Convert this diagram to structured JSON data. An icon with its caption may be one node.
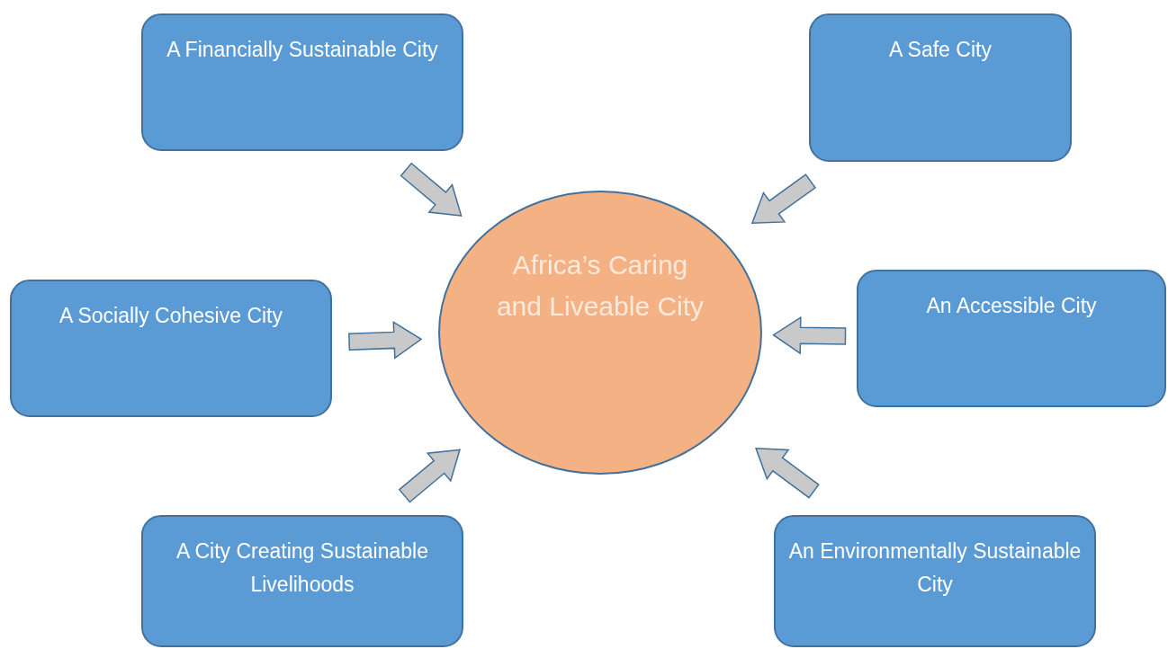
{
  "diagram": {
    "nodes": [
      {
        "text": [
          "Africa’s Caring and Liveable City"
        ]
      },
      {
        "text": [
          "A Financially Sustainable City"
        ]
      },
      {
        "text": [
          "A Safe City"
        ]
      },
      {
        "text": [
          "A Socially Cohesive City"
        ]
      },
      {
        "text": [
          "An Accessible City"
        ]
      },
      {
        "text": [
          "A City Creating Sustainable Livelihoods"
        ]
      },
      {
        "text": [
          "An Environmentally Sustainable City"
        ]
      }
    ],
    "edges": [
      {
        "from": 1,
        "to": 0,
        "arrow": "to"
      },
      {
        "from": 2,
        "to": 0,
        "arrow": "to"
      },
      {
        "from": 3,
        "to": 0,
        "arrow": "to"
      },
      {
        "from": 4,
        "to": 0,
        "arrow": "to"
      },
      {
        "from": 5,
        "to": 0,
        "arrow": "to"
      },
      {
        "from": 6,
        "to": 0,
        "arrow": "to"
      }
    ]
  }
}
